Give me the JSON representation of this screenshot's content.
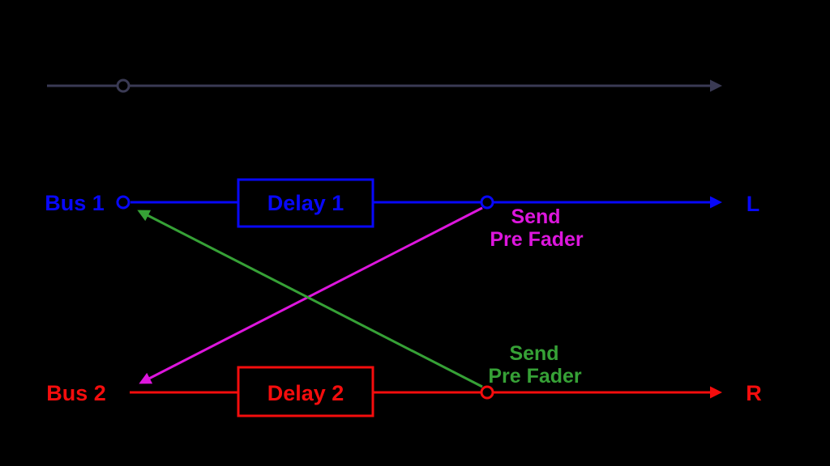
{
  "colors": {
    "background": "#000000",
    "master": "#3a3a54",
    "bus1": "#0808fa",
    "bus2": "#f50d0d",
    "send1": "#dd16dd",
    "send2": "#36a136"
  },
  "bus1": {
    "label": "Bus 1",
    "delay": "Delay 1",
    "send": {
      "line1": "Send",
      "line2": "Pre Fader"
    },
    "output": "L"
  },
  "bus2": {
    "label": "Bus 2",
    "delay": "Delay 2",
    "send": {
      "line1": "Send",
      "line2": "Pre Fader"
    },
    "output": "R"
  }
}
